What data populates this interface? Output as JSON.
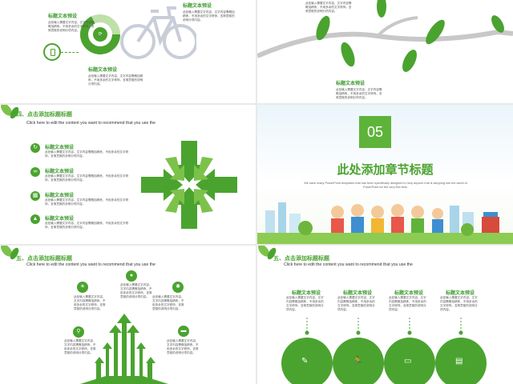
{
  "slide1": {
    "blocks": [
      {
        "title": "标题文本预设",
        "text": "此处输入需要文字内容，文字内容需概括精炼，不用多余的文字修饰，言简意赅的说明分项内容。"
      },
      {
        "title": "标题文本预设",
        "text": "此处输入需要文字内容，文字内容需概括精炼，不用多余的文字修饰，言简意赅的说明分项内容。"
      },
      {
        "title": "标题文本预设",
        "text": "此处输入需要文字内容，文字内容需概括精炼，不用多余的文字修饰，言简意赅的说明分项内容。"
      }
    ]
  },
  "slide2": {
    "top_text": "此处输入需要文字内容，文字内容需概括精炼，不用多余的文字修饰，言简意赅的说明分项内容。",
    "block": {
      "title": "标题文本预设",
      "text": "此处输入需要文字内容，文字内容需概括精炼，不用多余的文字修饰，言简意赅的说明分项内容。"
    }
  },
  "slide3": {
    "heading": "四、点击添加标题标题",
    "subtitle": "Click here to edit the content you want to recommend  that you use the",
    "items": [
      {
        "title": "标题文本预设",
        "text": "此处输入需要文字内容，文字内容需概括精炼，不用多余的文字修饰，言简意赅的说明分项内容。"
      },
      {
        "title": "标题文本预设",
        "text": "此处输入需要文字内容，文字内容需概括精炼，不用多余的文字修饰，言简意赅的说明分项内容。"
      },
      {
        "title": "标题文本预设",
        "text": "此处输入需要文字内容，文字内容需概括精炼，不用多余的文字修饰，言简意赅的说明分项内容。"
      },
      {
        "title": "标题文本预设",
        "text": "此处输入需要文字内容，文字内容需概括精炼，不用多余的文字修饰，言简意赅的说明分项内容。"
      }
    ]
  },
  "slide4": {
    "number": "05",
    "title": "此处添加章节标题",
    "text": "We have many PowerPoint templates that has been specifically designed to help anyone that is stepping into the world of PowerPoint for the very first time."
  },
  "slide5": {
    "heading": "五、点击添加标题标题",
    "subtitle": "Click here to edit the content you want to recommend  that you use the",
    "items": [
      {
        "text": "此处输入需要文字内容，文字内容需概括精炼，不用多余的文字修饰，言简意赅的说明分项内容。"
      },
      {
        "text": "此处输入需要文字内容，文字内容需概括精炼，不用多余的文字修饰，言简意赅的说明分项内容。"
      },
      {
        "text": "此处输入需要文字内容，文字内容需概括精炼，不用多余的文字修饰，言简意赅的说明分项内容。"
      },
      {
        "text": "此处输入需要文字内容，文字内容需概括精炼，不用多余的文字修饰，言简意赅的说明分项内容。"
      },
      {
        "text": "此处输入需要文字内容，文字内容需概括精炼，不用多余的文字修饰，言简意赅的说明分项内容。"
      }
    ]
  },
  "slide6": {
    "heading": "五、点击添加标题标题",
    "subtitle": "Click here to edit the content you want to recommend  that you use the",
    "items": [
      {
        "title": "标题文本预设",
        "text": "此处输入需要文字内容，文字内容需概括精炼，不用多余的文字修饰，言简意赅的说明分项内容。"
      },
      {
        "title": "标题文本预设",
        "text": "此处输入需要文字内容，文字内容需概括精炼，不用多余的文字修饰，言简意赅的说明分项内容。"
      },
      {
        "title": "标题文本预设",
        "text": "此处输入需要文字内容，文字内容需概括精炼，不用多余的文字修饰，言简意赅的说明分项内容。"
      },
      {
        "title": "标题文本预设",
        "text": "此处输入需要文字内容，文字内容需概括精炼，不用多余的文字修饰，言简意赅的说明分项内容。"
      }
    ]
  },
  "colors": {
    "accent": "#3d9a2f",
    "light_green": "#7cc24a",
    "background": "#e9e9e9"
  },
  "icons": {
    "slide3": [
      "refresh-icon",
      "link-icon",
      "film-icon",
      "graduation-icon"
    ],
    "slide5": [
      "lightbulb-icon",
      "person-icon",
      "gear-icon",
      "search-icon",
      "chat-icon"
    ],
    "slide6": [
      "edit-icon",
      "runner-icon",
      "monitor-icon",
      "book-icon"
    ]
  }
}
